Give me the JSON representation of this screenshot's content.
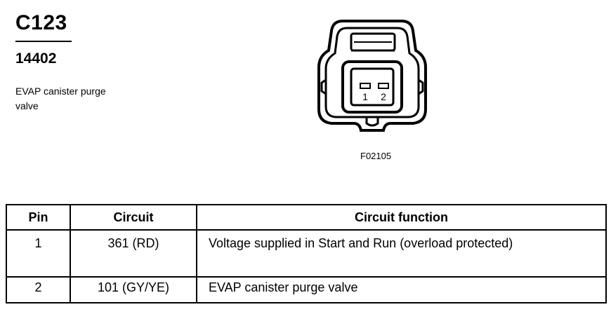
{
  "header": {
    "connector_id": "C123",
    "part_number": "14402",
    "description": "EVAP canister purge valve"
  },
  "figure": {
    "reference": "F02105",
    "pin_labels": [
      "1",
      "2"
    ]
  },
  "table": {
    "headers": {
      "pin": "Pin",
      "circuit": "Circuit",
      "function": "Circuit function"
    },
    "rows": [
      {
        "pin": "1",
        "circuit": "361 (RD)",
        "function": "Voltage supplied in Start and Run (overload protected)"
      },
      {
        "pin": "2",
        "circuit": "101 (GY/YE)",
        "function": "EVAP canister purge valve"
      }
    ]
  }
}
